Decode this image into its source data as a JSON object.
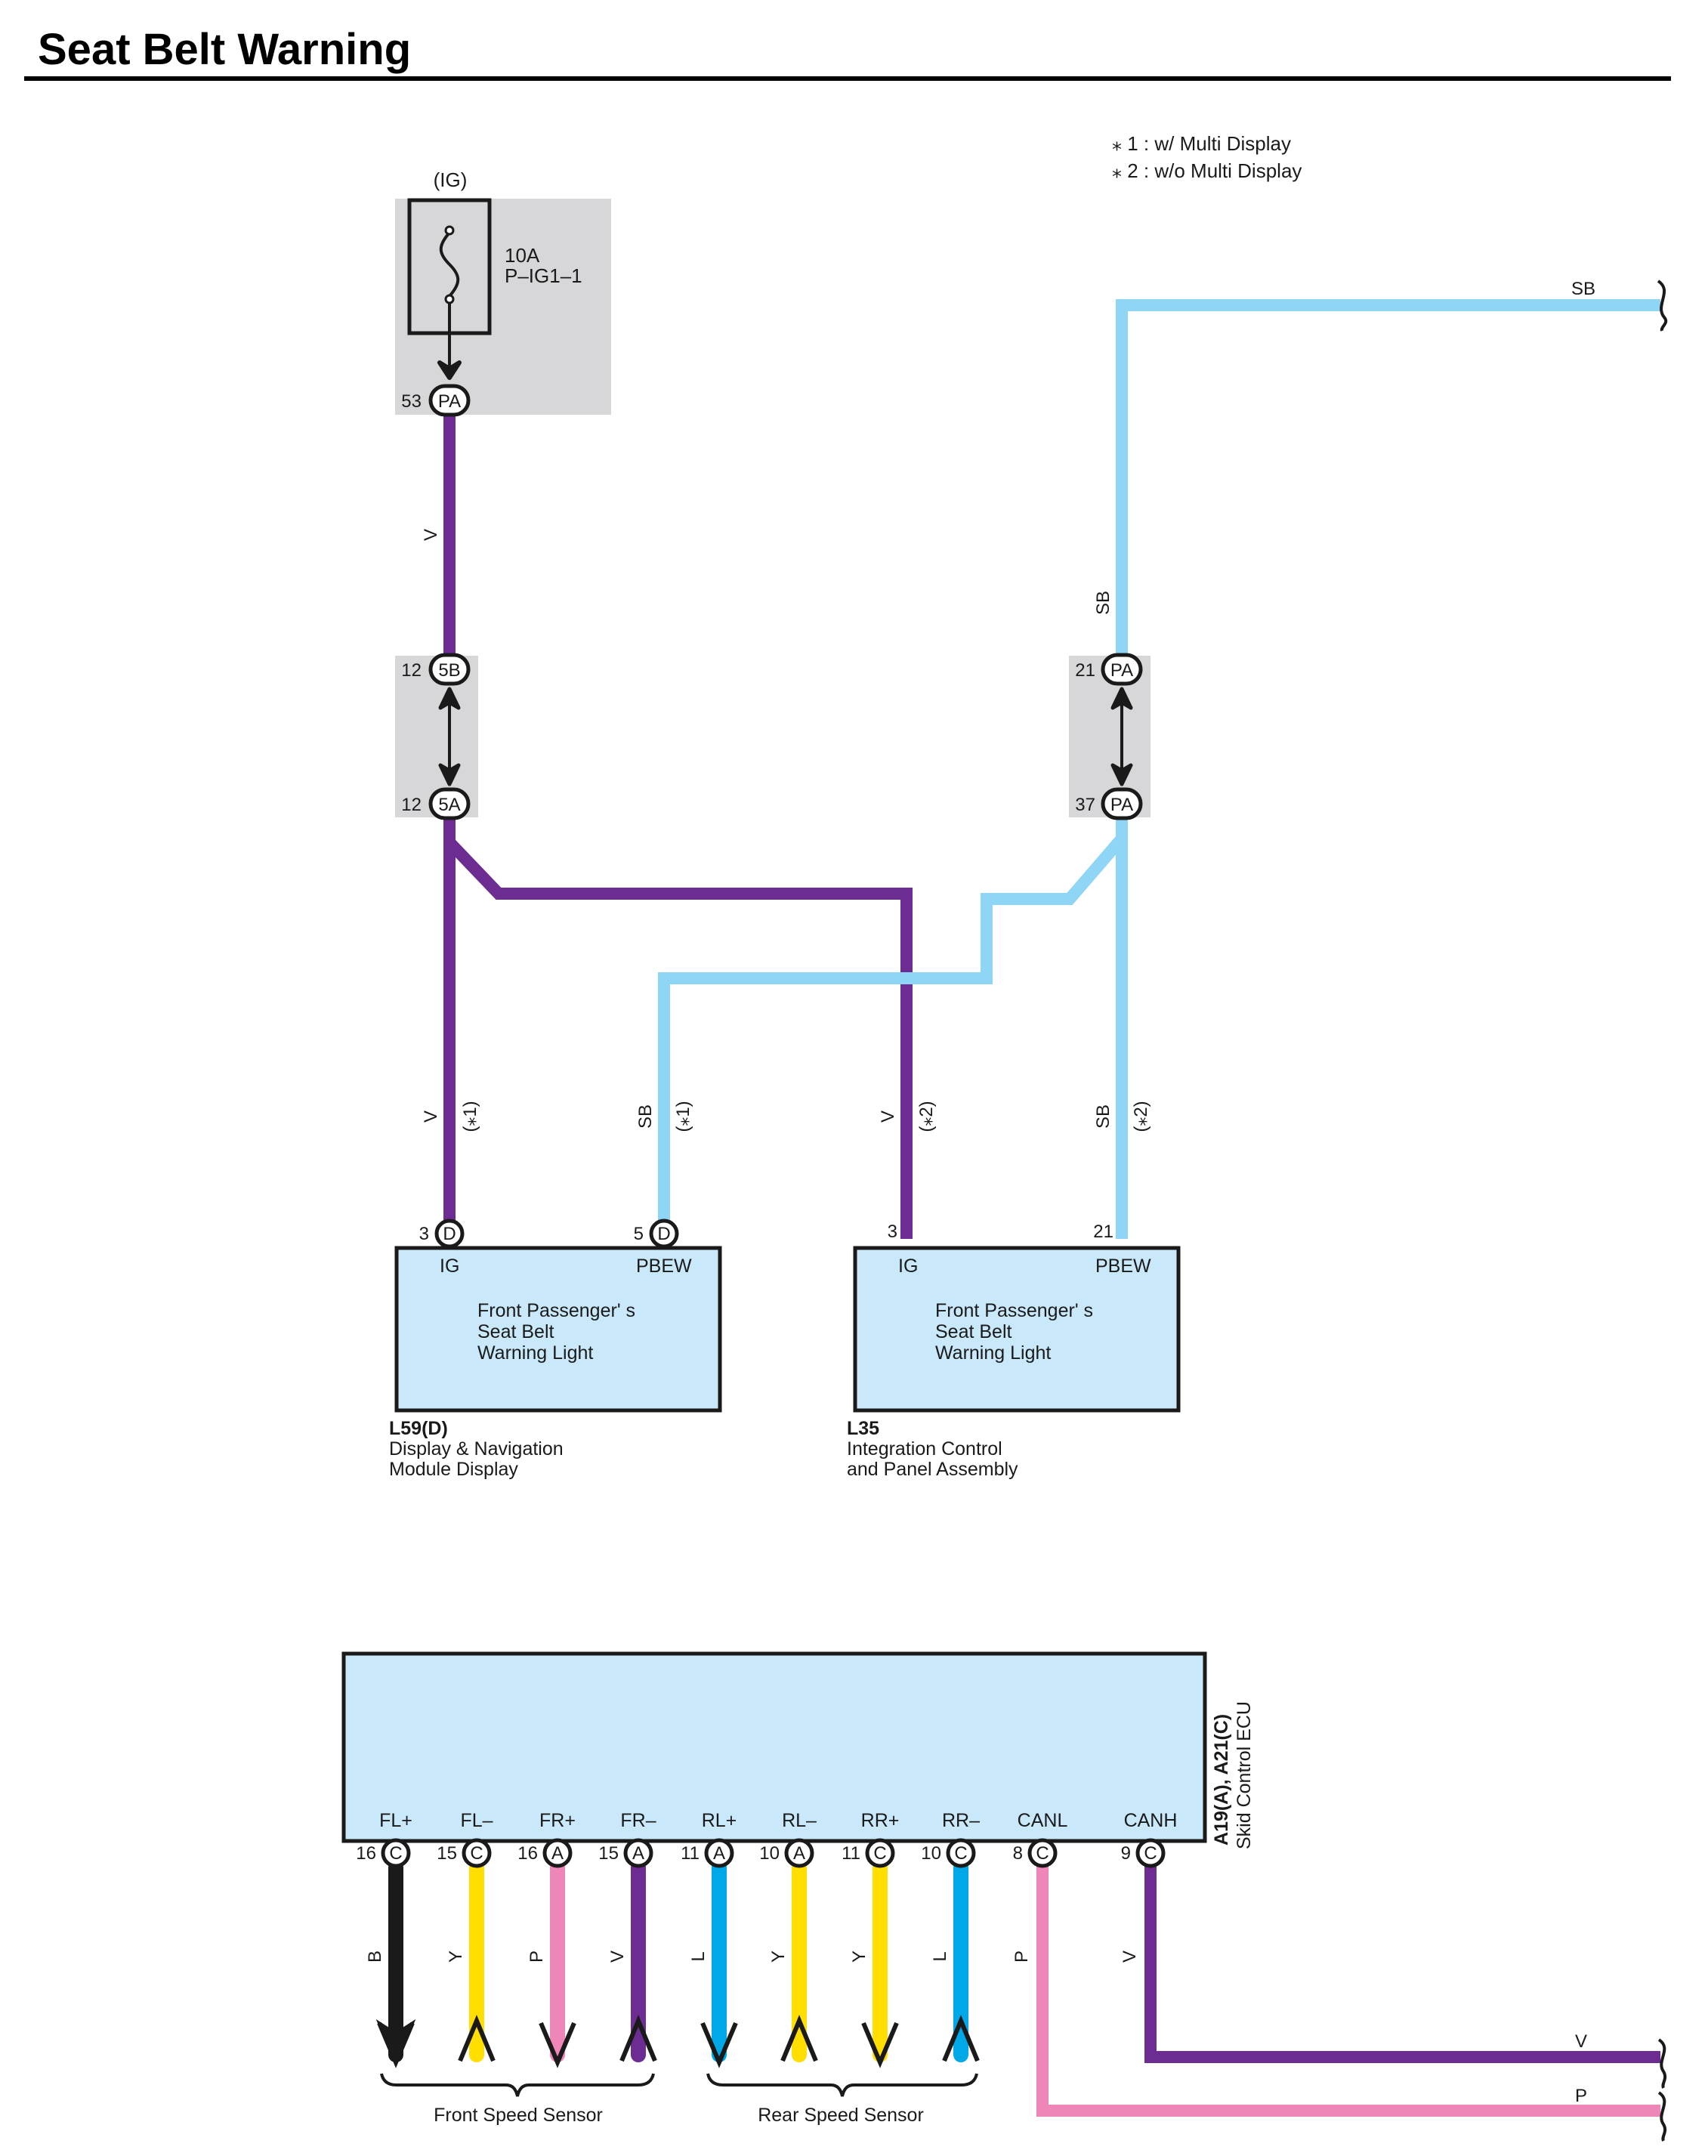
{
  "title": "Seat Belt Warning",
  "notes": [
    "⁎ 1 : w/ Multi Display",
    "⁎ 2 : w/o Multi Display"
  ],
  "colors": {
    "V": "#6d2c91",
    "SB": "#8fd6f6",
    "P": "#ef86b8",
    "Y": "#ffde00",
    "L": "#00a8e8",
    "B": "#1a1a1a",
    "ecu_fill": "#c9e8fa",
    "connector_bg": "#d7d7d9"
  },
  "fuse": {
    "supply": "(IG)",
    "rating": "10A",
    "name": "P–IG1–1",
    "terminal_num": "53",
    "terminal_conn": "PA"
  },
  "wire_labels": {
    "v_main": "V",
    "sb_main": "SB",
    "sb_top_right": "SB",
    "l59_ig_color": "V",
    "l59_ig_note": "(⁎1)",
    "l59_pbew_color": "SB",
    "l59_pbew_note": "(⁎1)",
    "l35_ig_color": "V",
    "l35_ig_note": "(⁎2)",
    "l35_pbew_color": "SB",
    "l35_pbew_note": "(⁎2)"
  },
  "junctions": {
    "left_top": {
      "num": "12",
      "conn": "5B"
    },
    "left_bottom": {
      "num": "12",
      "conn": "5A"
    },
    "right_top": {
      "num": "21",
      "conn": "PA"
    },
    "right_bottom": {
      "num": "37",
      "conn": "PA"
    }
  },
  "l59": {
    "ig_num": "3",
    "ig_conn": "D",
    "pbew_num": "5",
    "pbew_conn": "D",
    "ig_label": "IG",
    "pbew_label": "PBEW",
    "inner": [
      "Front Passenger'  s",
      "Seat Belt",
      "Warning Light"
    ],
    "code": "L59(D)",
    "name": [
      "Display & Navigation",
      "Module Display"
    ]
  },
  "l35": {
    "ig_num": "3",
    "pbew_num": "21",
    "ig_label": "IG",
    "pbew_label": "PBEW",
    "inner": [
      "Front Passenger'  s",
      "Seat Belt",
      "Warning Light"
    ],
    "code": "L35",
    "name": [
      "Integration Control",
      "and Panel Assembly"
    ]
  },
  "ecu": {
    "code": "A19(A), A21(C)",
    "name": "Skid Control ECU",
    "pins": [
      {
        "label": "FL+",
        "num": "16",
        "conn": "C",
        "color": "B",
        "wire": "B",
        "dir": "down"
      },
      {
        "label": "FL–",
        "num": "15",
        "conn": "C",
        "color": "Y",
        "wire": "Y",
        "dir": "up"
      },
      {
        "label": "FR+",
        "num": "16",
        "conn": "A",
        "color": "P",
        "wire": "P",
        "dir": "down"
      },
      {
        "label": "FR–",
        "num": "15",
        "conn": "A",
        "color": "V",
        "wire": "V",
        "dir": "up"
      },
      {
        "label": "RL+",
        "num": "11",
        "conn": "A",
        "color": "L",
        "wire": "L",
        "dir": "down"
      },
      {
        "label": "RL–",
        "num": "10",
        "conn": "A",
        "color": "Y",
        "wire": "Y",
        "dir": "up"
      },
      {
        "label": "RR+",
        "num": "11",
        "conn": "C",
        "color": "Y",
        "wire": "Y",
        "dir": "down"
      },
      {
        "label": "RR–",
        "num": "10",
        "conn": "C",
        "color": "L",
        "wire": "L",
        "dir": "up"
      },
      {
        "label": "CANL",
        "num": "8",
        "conn": "C",
        "color": "P",
        "wire": "P",
        "dir": "none"
      },
      {
        "label": "CANH",
        "num": "9",
        "conn": "C",
        "color": "V",
        "wire": "V",
        "dir": "none"
      }
    ],
    "out_v": "V",
    "out_p": "P"
  },
  "sensors": {
    "front": "Front Speed Sensor",
    "rear": "Rear Speed Sensor"
  }
}
